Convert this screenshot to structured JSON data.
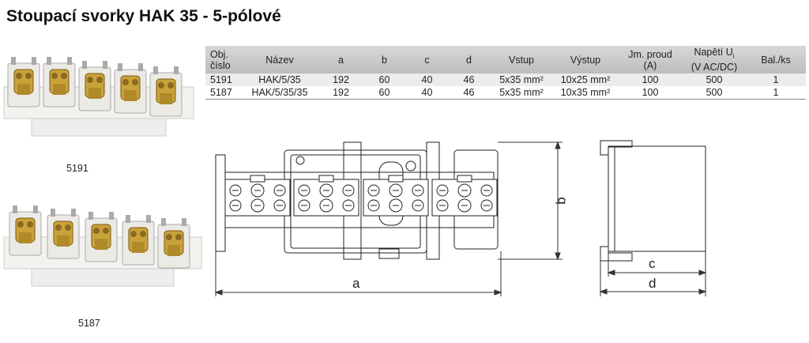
{
  "title": "Stoupací svorky HAK 35 - 5-pólové",
  "table": {
    "headers": [
      "Obj.\nčíslo",
      "Název",
      "a",
      "b",
      "c",
      "d",
      "Vstup",
      "Výstup",
      "Jm. proud\n(A)",
      "Napětí Ui\n(V AC/DC)",
      "Bal./ks"
    ],
    "header_lines": {
      "obj1": "Obj.",
      "obj2": "číslo",
      "nazev": "Název",
      "a": "a",
      "b": "b",
      "c": "c",
      "d": "d",
      "vstup": "Vstup",
      "vystup": "Výstup",
      "proud1": "Jm. proud",
      "proud2": "(A)",
      "napeti1": "Napětí U",
      "napeti_sub": "i",
      "napeti2": "(V AC/DC)",
      "bal": "Bal./ks"
    },
    "rows": [
      {
        "obj": "5191",
        "nazev": "HAK/5/35",
        "a": "192",
        "b": "60",
        "c": "40",
        "d": "46",
        "vstup": "5x35 mm²",
        "vystup": "10x25 mm²",
        "proud": "100",
        "napeti": "500",
        "bal": "1"
      },
      {
        "obj": "5187",
        "nazev": "HAK/5/35/35",
        "a": "192",
        "b": "60",
        "c": "40",
        "d": "46",
        "vstup": "5x35 mm²",
        "vystup": "10x35 mm²",
        "proud": "100",
        "napeti": "500",
        "bal": "1"
      }
    ]
  },
  "products": [
    {
      "label": "5191"
    },
    {
      "label": "5187"
    }
  ],
  "dimensions": {
    "a": "a",
    "b": "b",
    "c": "c",
    "d": "d"
  }
}
